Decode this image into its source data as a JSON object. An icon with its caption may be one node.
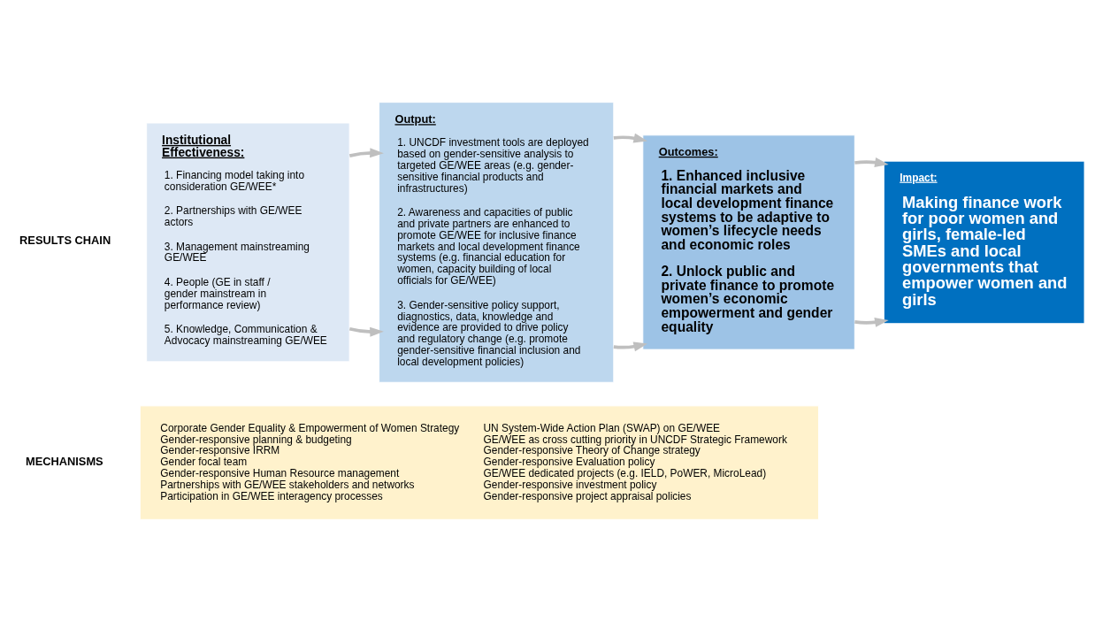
{
  "diagram": {
    "nodes": [
      {
        "text": [
          "Institutional Effectiveness:",
          "1. Financing model taking into consideration GE/WEE*",
          "2. Partnerships with GE/WEE actors",
          "3. Management mainstreaming GE/WEE",
          "4. People (GE in staff / gender mainstream in performance review)",
          "5. Knowledge, Communication & Advocacy mainstreaming GE/WEE"
        ]
      },
      {
        "text": [
          "Output:",
          "1. UNCDF investment tools are deployed based on gender-sensitive analysis to targeted GE/WEE areas (e.g. gender-sensitive financial products and infrastructures)",
          "2. Awareness and capacities of public and private partners are enhanced to promote GE/WEE for inclusive finance markets and local development finance systems (e.g. financial education for women, capacity building of local officials for GE/WEE)",
          "3. Gender-sensitive policy support, diagnostics, data, knowledge and evidence are provided to drive policy and regulatory change (e.g. promote gender-sensitive financial inclusion and local development policies)"
        ]
      },
      {
        "text": [
          "Outcomes:",
          "1. Enhanced inclusive financial markets and local development finance systems to be adaptive to women’s lifecycle needs and economic roles",
          "2. Unlock public and private finance to promote women’s economic empowerment and gender equality"
        ]
      },
      {
        "text": [
          "Impact:",
          "Making finance work for poor women and girls, female-led SMEs and local governments that empower women and girls"
        ]
      },
      {
        "text": [
          "Corporate Gender Equality & Empowerment of Women Strategy",
          "Gender-responsive planning & budgeting",
          "Gender-responsive IRRM",
          "Gender focal team",
          "Gender-responsive Human Resource management",
          "Partnerships with GE/WEE stakeholders and networks",
          "Participation in GE/WEE interagency processes",
          "UN System-Wide Action Plan (SWAP) on GE/WEE",
          "GE/WEE as cross cutting priority in UNCDF Strategic Framework",
          "Gender-responsive Theory of Change strategy",
          "Gender-responsive Evaluation policy",
          "GE/WEE dedicated projects (e.g. IELD, PoWER, MicroLead)",
          "Gender-responsive investment policy",
          "Gender-responsive project appraisal policies"
        ],
        "beside": [
          "MECHANISMS"
        ]
      }
    ],
    "edges": [
      {
        "from": 0,
        "to": 1,
        "arrow": "to"
      },
      {
        "from": 0,
        "to": 1,
        "arrow": "to"
      },
      {
        "from": 1,
        "to": 2,
        "arrow": "to"
      },
      {
        "from": 1,
        "to": 2,
        "arrow": "to"
      },
      {
        "from": 2,
        "to": 3,
        "arrow": "to"
      },
      {
        "from": 2,
        "to": 3,
        "arrow": "to"
      }
    ],
    "labels": [
      "RESULTS CHAIN"
    ]
  }
}
